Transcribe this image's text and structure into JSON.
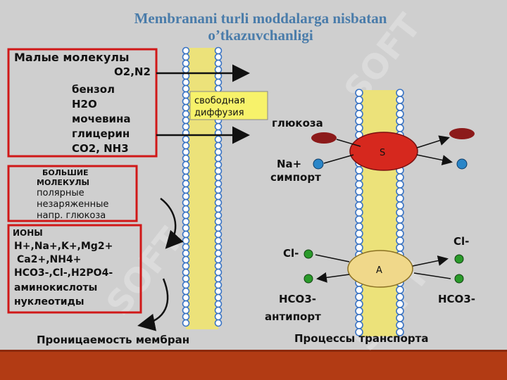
{
  "title": {
    "line1": "Membranani turli moddalarga nisbatan",
    "line2": "o’tkazuvchanligi"
  },
  "small_molecules": {
    "header": "Малые молекулы",
    "gases": "O2,N2",
    "items": [
      "бензол",
      "H2O",
      "мочевина",
      "глицерин",
      "CO2, NH3"
    ]
  },
  "large_molecules": {
    "header_line1": "БОЛЬШИЕ",
    "header_line2": "МОЛЕКУЛЫ",
    "lines": [
      "полярные",
      "незаряженные",
      "напр. глюкоза"
    ]
  },
  "ions": {
    "header": "ИОНЫ",
    "line1": "H+,Na+,K+,Mg2+",
    "line2": "Ca2+,NH4+",
    "line3": "HCO3-,Cl-,H2PO4-",
    "line4": "аминокислоты",
    "line5": "нуклеотиды"
  },
  "diffusion_label": {
    "line1": "свободная",
    "line2": "диффузия"
  },
  "caption_left": "Проницаемость мембран",
  "caption_right": "Процессы транспорта",
  "symport": {
    "glucose": "глюкоза",
    "sodium": "Na+",
    "label": "симпорт",
    "carrier": "S"
  },
  "antiport": {
    "chloride_left": "Cl-",
    "chloride_right": "Cl-",
    "bicarbonate_left": "HCO3-",
    "bicarbonate_right": "HCO3-",
    "label": "антипорт",
    "carrier": "A"
  },
  "watermark": "SOFT",
  "colors": {
    "title": "#4a7caa",
    "box_border": "#d01818",
    "footer": "#b23b14",
    "carrier_s": "#d6281e",
    "carrier_a": "#f0d88a",
    "glucose": "#8c1a1a",
    "sodium": "#2a86c8",
    "chloride": "#2a9a2a",
    "bilayer_head": "#3a74c4",
    "bilayer_tail": "#ece27a"
  }
}
